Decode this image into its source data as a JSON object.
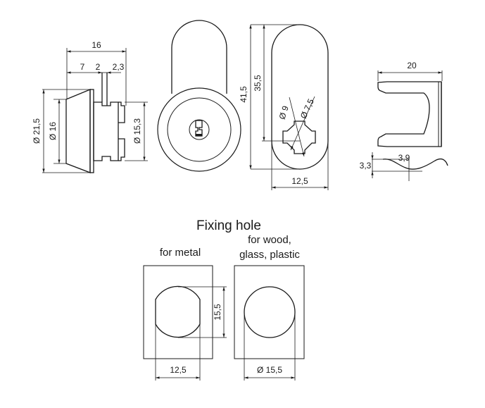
{
  "side_view": {
    "overall_length": "16",
    "seg_a": "7",
    "seg_b": "2",
    "seg_c": "2,3",
    "diam_flange": "Ø 21,5",
    "diam_face": "Ø 16",
    "diam_body": "Ø 15,3"
  },
  "cam_view": {
    "height_total": "41,5",
    "height_center": "35,5",
    "width": "12,5",
    "diam_outer": "Ø 9",
    "diam_inner": "Ø 7,5"
  },
  "clip_view": {
    "width": "20",
    "height_a": "3,3",
    "height_b": "3,9"
  },
  "fixing": {
    "title": "Fixing hole",
    "metal": {
      "label": "for metal",
      "height": "15,5",
      "width": "12,5"
    },
    "wood": {
      "label_line1": "for wood,",
      "label_line2": "glass, plastic",
      "diameter": "Ø 15,5"
    }
  }
}
